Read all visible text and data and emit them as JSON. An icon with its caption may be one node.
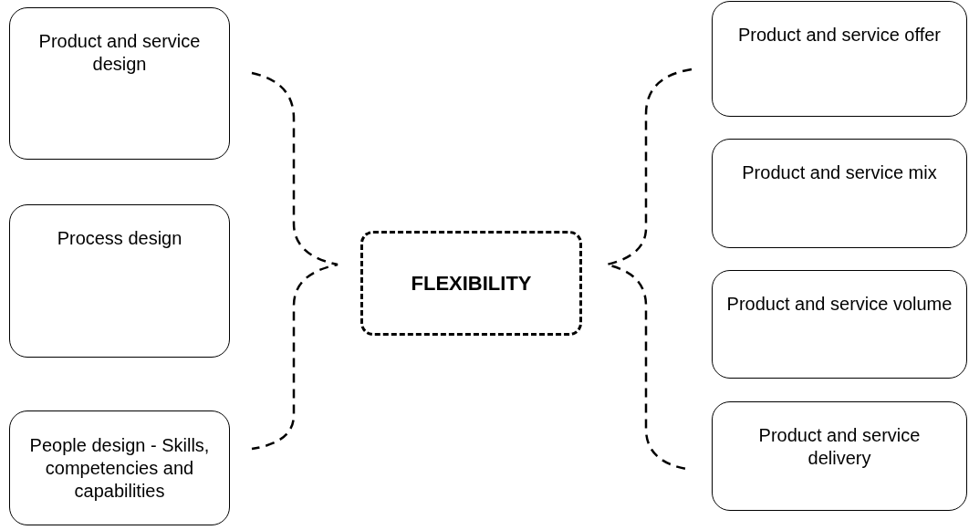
{
  "diagram": {
    "nodes": [
      {
        "text": [
          "Product and service design"
        ]
      },
      {
        "text": [
          "Process design"
        ]
      },
      {
        "text": [
          "People design - Skills, competencies and capabilities"
        ]
      },
      {
        "text": [
          "FLEXIBILITY"
        ]
      },
      {
        "text": [
          "Product and service offer"
        ]
      },
      {
        "text": [
          "Product and service mix"
        ]
      },
      {
        "text": [
          "Product and service volume"
        ]
      },
      {
        "text": [
          "Product and service delivery"
        ]
      }
    ]
  }
}
